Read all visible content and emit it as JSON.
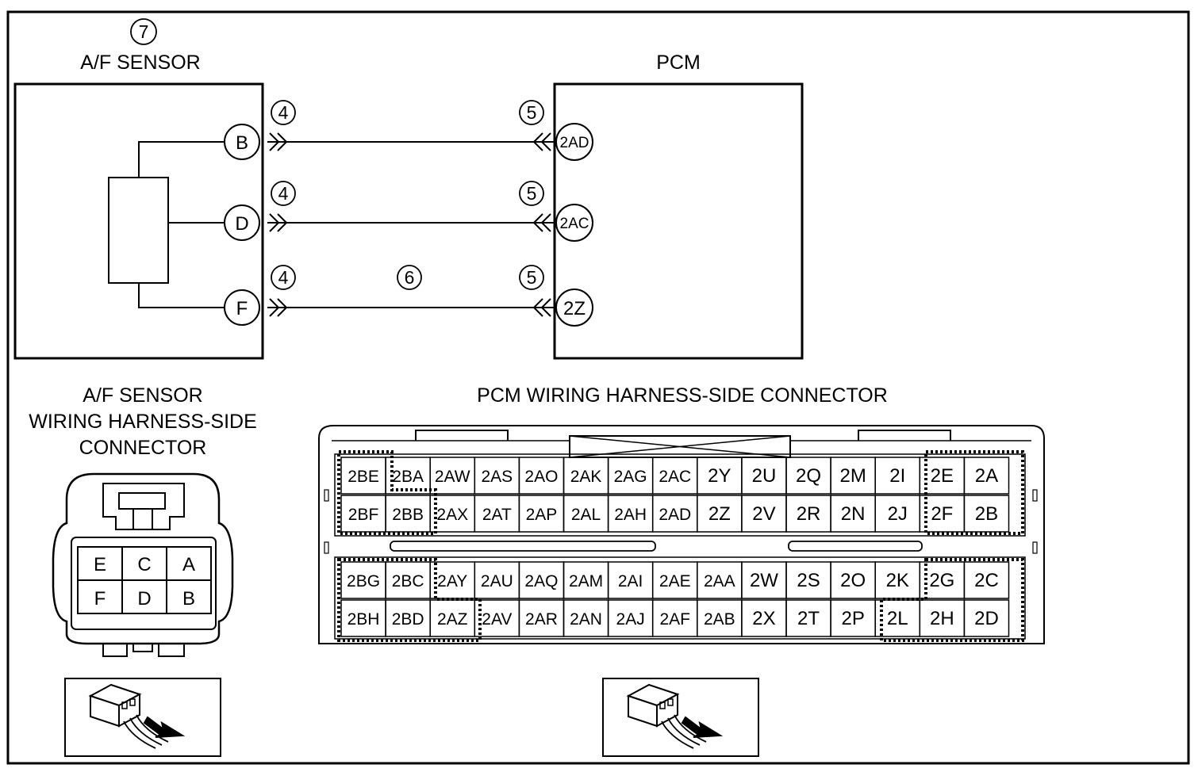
{
  "af_sensor": {
    "ref_number": "7",
    "title": "A/F SENSOR",
    "pins": [
      "B",
      "D",
      "F"
    ]
  },
  "pcm": {
    "title": "PCM",
    "pins": [
      "2AD",
      "2AC",
      "2Z"
    ]
  },
  "callouts": {
    "sensor_side": [
      "4",
      "4",
      "4"
    ],
    "pcm_side": [
      "5",
      "5",
      "5"
    ],
    "wire": "6"
  },
  "sensor_connector": {
    "title_lines": [
      "A/F SENSOR",
      "WIRING HARNESS-SIDE",
      "CONNECTOR"
    ],
    "grid": [
      [
        "E",
        "C",
        "A"
      ],
      [
        "F",
        "D",
        "B"
      ]
    ]
  },
  "pcm_connector": {
    "title": "PCM WIRING HARNESS-SIDE CONNECTOR",
    "rows": [
      [
        "2BE",
        "2BA",
        "2AW",
        "2AS",
        "2AO",
        "2AK",
        "2AG",
        "2AC",
        "2Y",
        "2U",
        "2Q",
        "2M",
        "2I",
        "2E",
        "2A"
      ],
      [
        "2BF",
        "2BB",
        "2AX",
        "2AT",
        "2AP",
        "2AL",
        "2AH",
        "2AD",
        "2Z",
        "2V",
        "2R",
        "2N",
        "2J",
        "2F",
        "2B"
      ],
      [
        "2BG",
        "2BC",
        "2AY",
        "2AU",
        "2AQ",
        "2AM",
        "2AI",
        "2AE",
        "2AA",
        "2W",
        "2S",
        "2O",
        "2K",
        "2G",
        "2C"
      ],
      [
        "2BH",
        "2BD",
        "2AZ",
        "2AV",
        "2AR",
        "2AN",
        "2AJ",
        "2AF",
        "2AB",
        "2X",
        "2T",
        "2P",
        "2L",
        "2H",
        "2D"
      ]
    ]
  }
}
